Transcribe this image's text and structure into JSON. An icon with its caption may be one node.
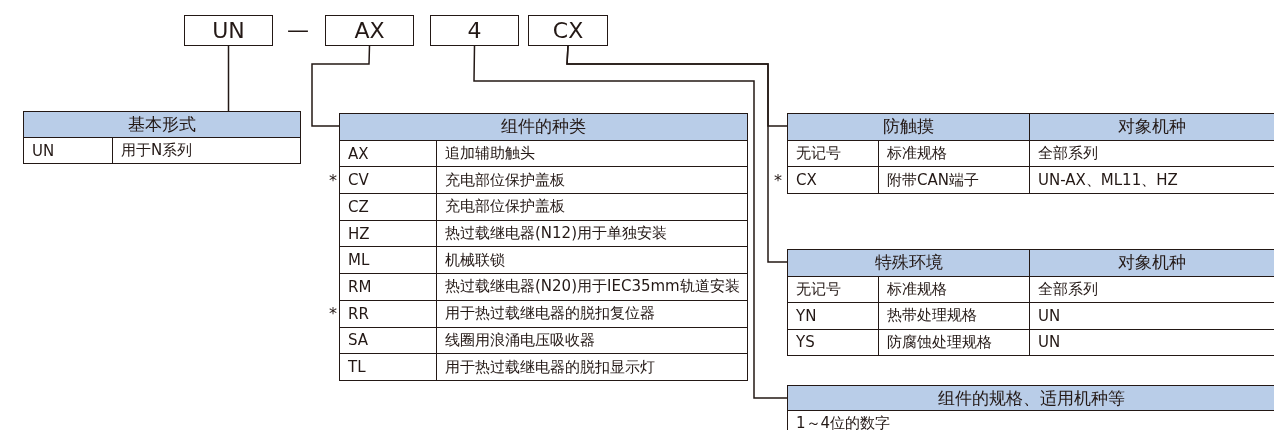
{
  "diagram": {
    "nodes": [
      {
        "text": [
          "UN"
        ]
      },
      {
        "text": [
          "AX"
        ]
      },
      {
        "text": [
          "4"
        ]
      },
      {
        "text": [
          "CX"
        ]
      },
      {
        "text": [
          "基本形式",
          "UN",
          "用于N系列"
        ]
      },
      {
        "text": [
          "组件的种类",
          "AX",
          "追加辅助触头",
          "CV",
          "充电部位保护盖板",
          "CZ",
          "充电部位保护盖板",
          "HZ",
          "热过载继电器(N12)用于单独安装",
          "ML",
          "机械联锁",
          "RM",
          "热过载继电器(N20)用于IEC35mm轨道安装",
          "RR",
          "用于热过载继电器的脱扣复位器",
          "SA",
          "线圈用浪涌电压吸收器",
          "TL",
          "用于热过载继电器的脱扣显示灯"
        ]
      },
      {
        "text": [
          "防触摸",
          "对象机种",
          "无记号",
          "标准规格",
          "全部系列",
          "CX",
          "附带CAN端子",
          "UN-AX、ML11、HZ"
        ]
      },
      {
        "text": [
          "特殊环境",
          "对象机种",
          "无记号",
          "标准规格",
          "全部系列",
          "YN",
          "热带处理规格",
          "UN",
          "YS",
          "防腐蚀处理规格",
          "UN"
        ]
      },
      {
        "text": [
          "组件的规格、适用机种等",
          "1～4位的数字"
        ]
      }
    ],
    "edges": [
      {
        "from": 0,
        "to": 4,
        "arrow": "none"
      },
      {
        "from": 1,
        "to": 5,
        "arrow": "none"
      },
      {
        "from": 3,
        "to": 6,
        "arrow": "none"
      },
      {
        "from": 3,
        "to": 7,
        "arrow": "none"
      },
      {
        "from": 2,
        "to": 8,
        "arrow": "none"
      }
    ],
    "labels": [
      "—",
      "*",
      "*",
      "*"
    ]
  }
}
